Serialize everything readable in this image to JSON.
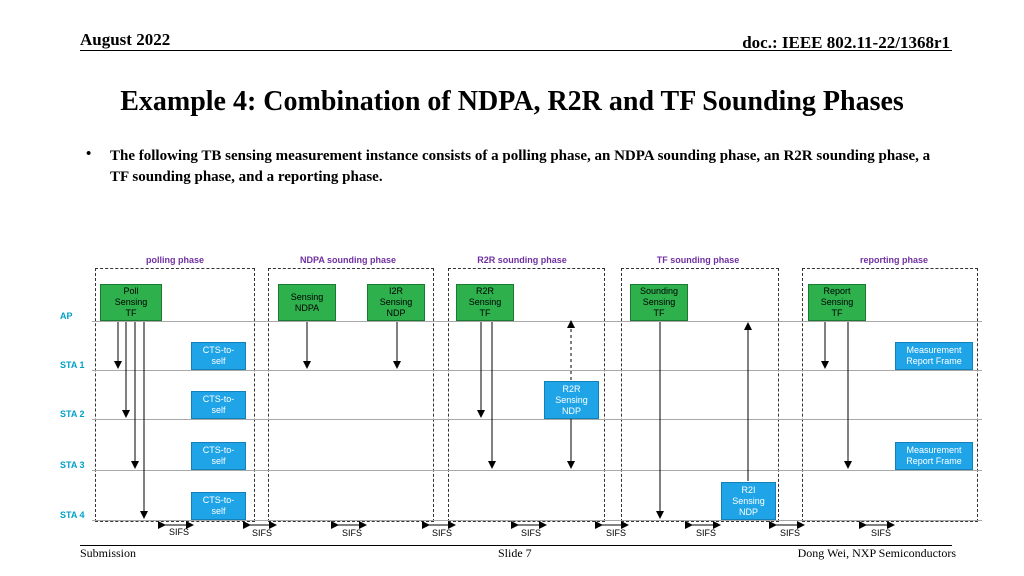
{
  "header": {
    "date": "August 2022",
    "doc": "doc.: IEEE 802.11-22/1368r1"
  },
  "title": "Example 4: Combination of NDPA, R2R and TF Sounding Phases",
  "bullet": "The following TB sensing measurement instance consists of a polling phase, an NDPA sounding phase, an R2R sounding phase, a TF sounding phase, and a reporting phase.",
  "diagram": {
    "phases": [
      "polling phase",
      "NDPA sounding phase",
      "R2R sounding phase",
      "TF sounding phase",
      "reporting phase"
    ],
    "stations": [
      "AP",
      "STA 1",
      "STA 2",
      "STA 3",
      "STA 4"
    ],
    "frames": {
      "poll": "Poll\nSensing\nTF",
      "sensing_ndpa": "Sensing\nNDPA",
      "i2r_ndp": "I2R\nSensing\nNDP",
      "r2r_tf": "R2R\nSensing\nTF",
      "sounding_tf": "Sounding\nSensing\nTF",
      "report_tf": "Report\nSensing\nTF",
      "cts1": "CTS-to-\nself",
      "cts2": "CTS-to-\nself",
      "cts3": "CTS-to-\nself",
      "cts4": "CTS-to-\nself",
      "r2r_ndp": "R2R\nSensing\nNDP",
      "r2i_ndp": "R2I\nSensing\nNDP",
      "meas1": "Measurement\nReport Frame",
      "meas3": "Measurement\nReport Frame"
    },
    "sifs_label": "SIFS",
    "colors": {
      "green": "#2EB04D",
      "blue": "#1FA4E8",
      "phase_label": "#7030A0",
      "station_label": "#00A0C6"
    }
  },
  "footer": {
    "left": "Submission",
    "center": "Slide 7",
    "right": "Dong Wei, NXP Semiconductors"
  }
}
